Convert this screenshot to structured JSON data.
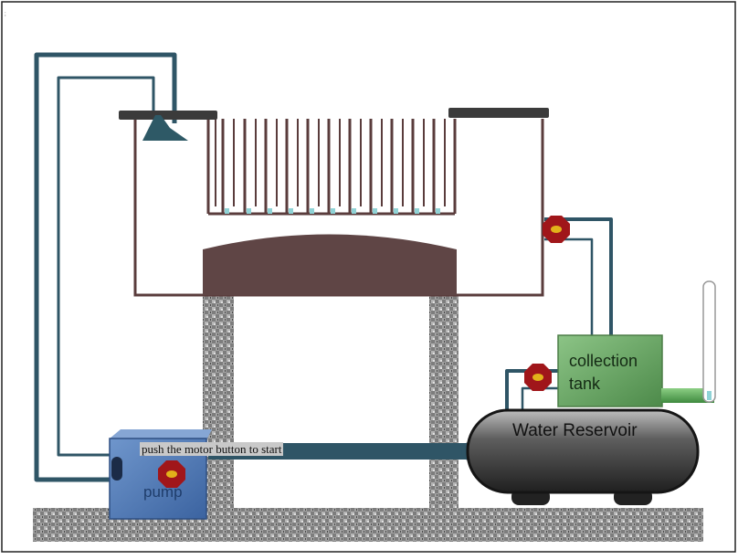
{
  "labels": {
    "hint": "push the motor button to start",
    "pump": "pump",
    "collection_tank": "collection tank",
    "water_reservoir": "Water Reservoir"
  },
  "colors": {
    "pipe": "#2f5566",
    "frame": "#5a3c3c",
    "pump_body": "#4a76b4",
    "tank_body": "#6ca467",
    "reservoir_body": "#3a3a3a",
    "valve": "#a0161a",
    "valve_core": "#e2b21a",
    "water": "#8fd3d6"
  },
  "icons": {
    "valve": "octagon-valve-icon",
    "thermometer": "thermometer-icon",
    "sprinkler": "sprinkler-icon"
  }
}
